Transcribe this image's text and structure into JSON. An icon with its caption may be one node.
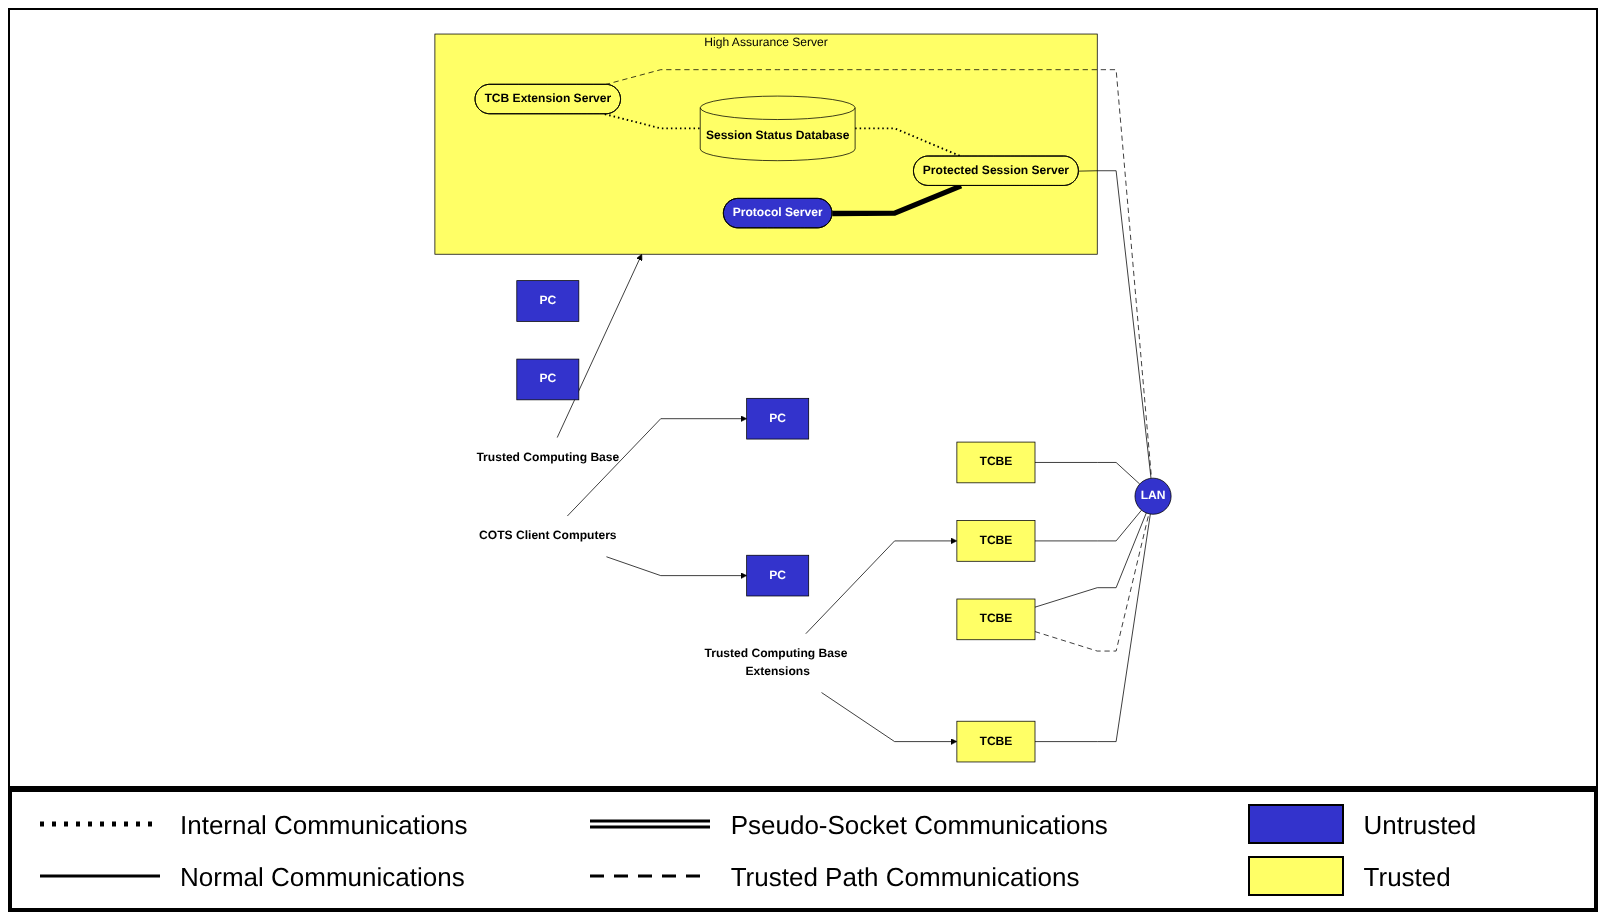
{
  "diagram": {
    "nodes": [
      {
        "text": [
          "Trusted Computing Base"
        ]
      },
      {
        "text": [
          "High Assurance Server"
        ]
      },
      {
        "text": [
          "Protocol Server"
        ],
        "in": 1
      },
      {
        "text": [
          "TCB Extension Server"
        ],
        "in": 1
      },
      {
        "text": [
          "Session Status Database"
        ],
        "in": 1
      },
      {
        "text": [
          "Protected Session Server"
        ],
        "in": 1
      },
      {
        "text": [
          "COTS Client Computers"
        ]
      },
      {
        "text": [
          "PC"
        ]
      },
      {
        "text": [
          "TCBE"
        ]
      },
      {
        "text": [
          "PC"
        ]
      },
      {
        "text": [
          "TCBE"
        ]
      },
      {
        "text": [
          "LAN"
        ]
      },
      {
        "text": [
          "Trusted Computing Base Extensions"
        ]
      },
      {
        "text": [
          "TCBE"
        ]
      },
      {
        "text": [
          "PC"
        ]
      },
      {
        "text": [
          "TCBE"
        ]
      },
      {
        "text": [
          "PC"
        ]
      }
    ],
    "edges": [
      {
        "from": 0,
        "to": 1,
        "arrow": "to"
      },
      {
        "from": 3,
        "to": 4,
        "arrow": "none",
        "style": "dashed"
      },
      {
        "from": 4,
        "to": 5,
        "arrow": "none",
        "style": "dashed"
      },
      {
        "from": 2,
        "to": 5,
        "arrow": "none",
        "style": "thick"
      },
      {
        "from": 3,
        "to": 11,
        "arrow": "none",
        "style": "dashed"
      },
      {
        "from": 5,
        "to": 11,
        "arrow": "none"
      },
      {
        "from": 6,
        "to": 7,
        "arrow": "to"
      },
      {
        "from": 6,
        "to": 9,
        "arrow": "to"
      },
      {
        "from": 8,
        "to": 11,
        "arrow": "none"
      },
      {
        "from": 10,
        "to": 11,
        "arrow": "none"
      },
      {
        "from": 12,
        "to": 10,
        "arrow": "to"
      },
      {
        "from": 12,
        "to": 15,
        "arrow": "to"
      },
      {
        "from": 13,
        "to": 11,
        "arrow": "none"
      },
      {
        "from": 13,
        "to": 11,
        "arrow": "none",
        "style": "dashed"
      },
      {
        "from": 15,
        "to": 11,
        "arrow": "none"
      }
    ],
    "legend": [
      {
        "text": "Internal Communications"
      },
      {
        "text": "Pseudo-Socket Communications"
      },
      {
        "text": "Untrusted",
        "color": "#3333cc"
      },
      {
        "text": "Normal Communications"
      },
      {
        "text": "Trusted Path Communications"
      },
      {
        "text": "Trusted",
        "color": "#ffff66"
      }
    ]
  }
}
